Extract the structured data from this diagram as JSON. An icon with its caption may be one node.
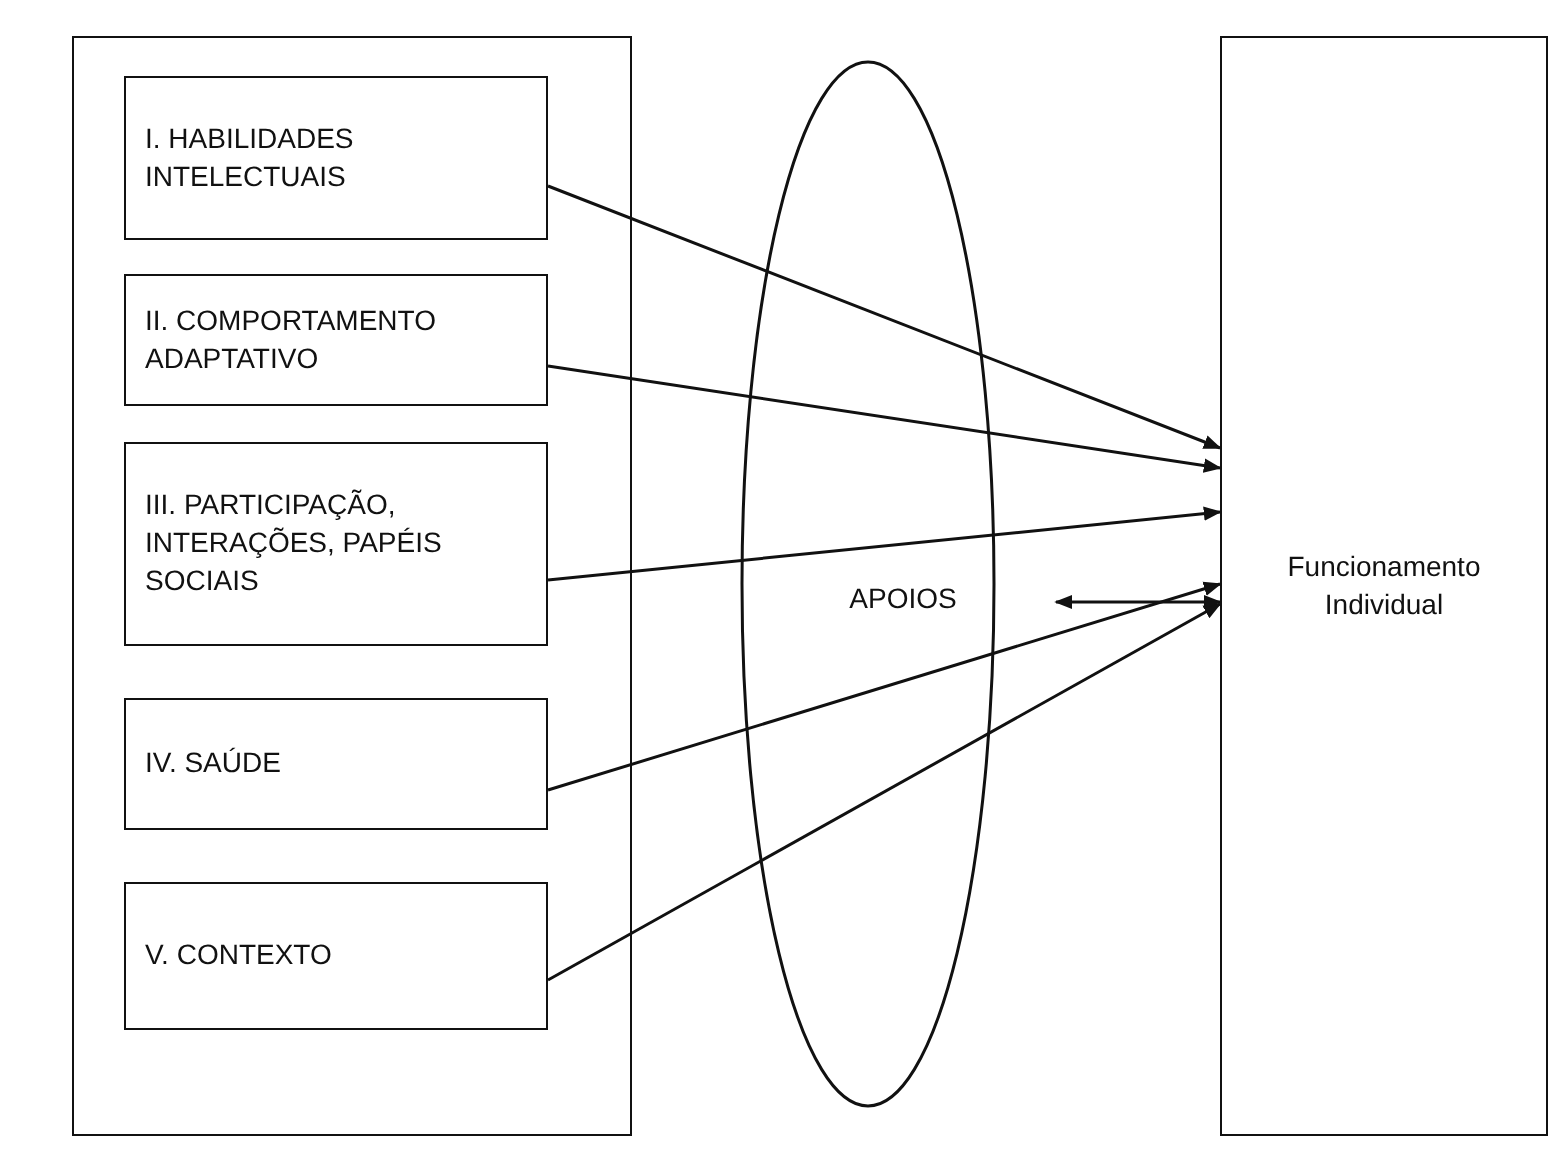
{
  "diagram": {
    "nodes": [
      {
        "text": [],
        "shape": "box"
      },
      {
        "text": [
          "I. HABILIDADES INTELECTUAIS"
        ],
        "in": 0
      },
      {
        "text": [
          "II. COMPORTAMENTO ADAPTATIVO"
        ],
        "in": 0
      },
      {
        "text": [
          "III. PARTICIPAÇÃO, INTERAÇÕES, PAPÉIS SOCIAIS"
        ],
        "in": 0
      },
      {
        "text": [
          "IV. SAÚDE"
        ],
        "in": 0
      },
      {
        "text": [
          "V. CONTEXTO"
        ],
        "in": 0
      },
      {
        "text": [],
        "shape": "ellipse"
      },
      {
        "text": [
          "APOIOS"
        ],
        "in": 6
      },
      {
        "text": [
          "Funcionamento Individual"
        ]
      }
    ],
    "edges": [
      {
        "from": 1,
        "to": 8,
        "arrow": "to"
      },
      {
        "from": 2,
        "to": 8,
        "arrow": "to"
      },
      {
        "from": 3,
        "to": 8,
        "arrow": "to"
      },
      {
        "from": 4,
        "to": 8,
        "arrow": "to"
      },
      {
        "from": 5,
        "to": 8,
        "arrow": "to"
      },
      {
        "from": 7,
        "to": 8,
        "arrow": "both"
      }
    ]
  }
}
